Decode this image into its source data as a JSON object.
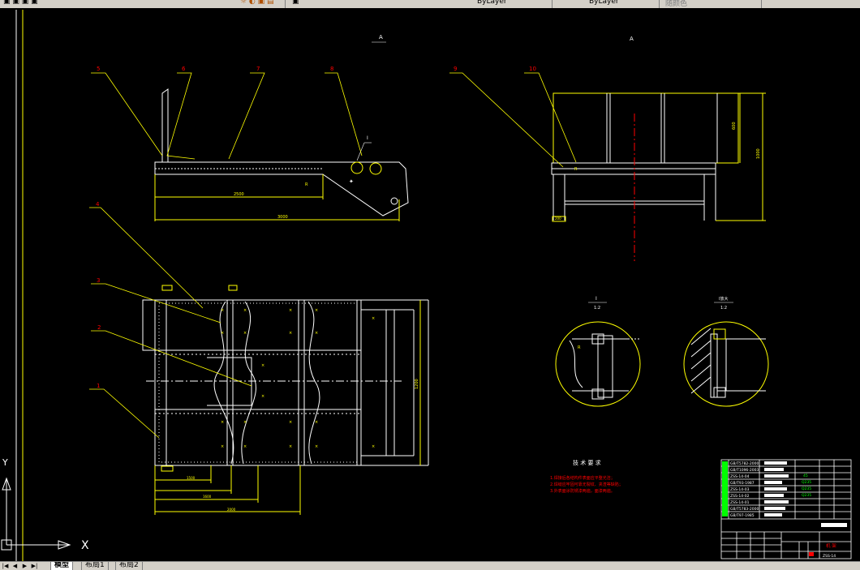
{
  "toolbar": {
    "dropdowns": [
      "ByLayer",
      "ByLayer",
      "随颜色"
    ]
  },
  "drawing": {
    "view_labels": {
      "top_left": "A",
      "top_right": "A"
    },
    "detail_labels": [
      {
        "letter": "I",
        "scale": "1:2"
      },
      {
        "letter": "I放大",
        "scale": "1:2"
      }
    ],
    "part_numbers": [
      "1",
      "2",
      "3",
      "4",
      "5",
      "6",
      "7",
      "8",
      "9",
      "10"
    ],
    "tech_requirements": {
      "title": "技 术 要 求",
      "items": [
        "1.焊接后各结构件表面应平整光洁；",
        "2.焊缝应牢固可靠无裂纹、夹渣等缺陷；",
        "3.外表面涂防锈漆两遍，面漆两遍。"
      ]
    },
    "title_block": {
      "part_codes": [
        "GB/T5782-2000",
        "GB/T1096-2003",
        "ZSS-14-04",
        "GB/T93-1987",
        "ZSS-14-03",
        "ZSS-14-02",
        "ZSS-14-01",
        "GB/T5783-2000",
        "GB/T97-1985"
      ],
      "materials": [
        "45",
        "Q235",
        "Q235",
        "Q235"
      ],
      "drawing_no": "ZSS-14",
      "name": "机 架"
    },
    "ucs_axis_x": "X",
    "ucs_axis_y": "Y"
  },
  "tabs": [
    {
      "label": "模型",
      "active": true
    },
    {
      "label": "布局1",
      "active": false
    },
    {
      "label": "布局2",
      "active": false
    }
  ],
  "colors": {
    "background": "#000000",
    "outline": "#ffff00",
    "leader": "#ffff00",
    "label": "#ff0000",
    "white": "#ffffff",
    "centerline": "#ff0000",
    "table_fill": "#00ff00"
  }
}
